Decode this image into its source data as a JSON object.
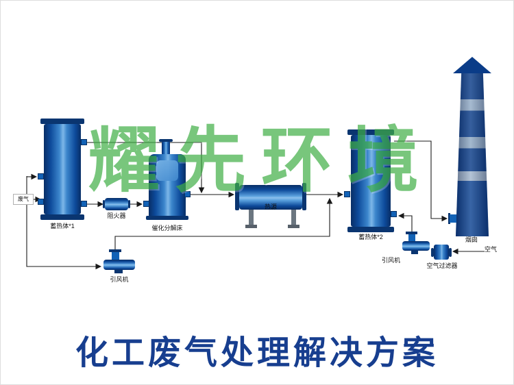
{
  "title": "化工废气处理解决方案",
  "watermark": "耀先环境",
  "labels": {
    "waste_gas": "废气",
    "heat_accumulator_1": "蓄热体*1",
    "flame_arrester": "阻火器",
    "catalytic_bed": "催化分解床",
    "heat_source": "热源",
    "heat_accumulator_2": "蓄热体*2",
    "chimney": "烟囱",
    "fan_left": "引风机",
    "fan_right": "引风机",
    "air_filter": "空气过滤器",
    "air": "空气"
  },
  "colors": {
    "vessel_dark": "#082e66",
    "vessel_mid": "#1262b6",
    "vessel_light": "#7db7e8",
    "pipe_line": "#1a1a1a",
    "watermark_green": "#3fae46",
    "title_blue": "#173e8f"
  }
}
